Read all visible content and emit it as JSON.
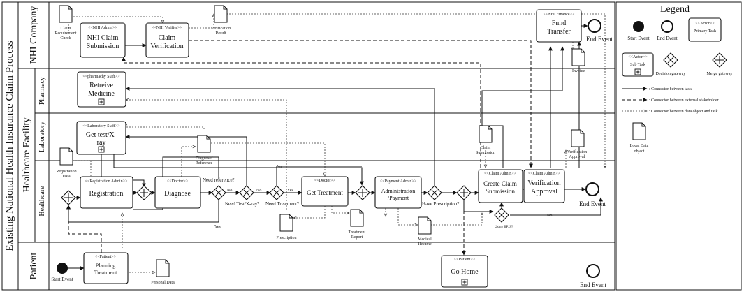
{
  "pool_title": "Existing National Health Insurance Claim Process",
  "lanes": {
    "nhi": "NHI Company",
    "healthcare_facility": "Healthcare Facility",
    "pharmacy": "Pharmacy",
    "laboratory": "Laboratory",
    "healthcare": "Healthcare",
    "patient": "Patient"
  },
  "tasks": {
    "nhi_claim_submission": {
      "actor": "<<NHI Admin>>",
      "line1": "NHI Claim",
      "line2": "Submission"
    },
    "claim_verification": {
      "actor": "<<NHI Verifier>>",
      "line1": "Claim",
      "line2": "Verification"
    },
    "fund_transfer": {
      "actor": "<<NHI Finance>>",
      "line1": "Fund",
      "line2": "Transfer"
    },
    "retreive_medicine": {
      "actor": "<<pharmachy Staff>>",
      "line1": "Retreive",
      "line2": "Medicine"
    },
    "get_test": {
      "actor": "<<Laboratory Staff>>",
      "line1": "Get test/X-",
      "line2": "ray"
    },
    "registration": {
      "actor": "<<Registration Admin>>",
      "line1": "Registration"
    },
    "diagnose": {
      "actor": "<<Doctor>>",
      "line1": "Diagnose"
    },
    "get_treatment": {
      "actor": "<<Doctor>>",
      "line1": "Get Treatment"
    },
    "administration": {
      "actor": "<<Payment Admin>>",
      "line1": "Administration",
      "line2": "/Payment"
    },
    "create_claim": {
      "actor": "<<Claim Admin>>",
      "line1": "Create Claim",
      "line2": "Submission"
    },
    "verification_approval": {
      "actor": "<<Claim Admin>>",
      "line1": "Verification",
      "line2": "Approval"
    },
    "planning_treatment": {
      "actor": "<<Patient>>",
      "line1": "Planning",
      "line2": "Treatment"
    },
    "go_home": {
      "actor": "<<Patient>>",
      "line1": "Go Home"
    }
  },
  "data_objects": {
    "claim_requirement_check": {
      "line1": "Claim",
      "line2": "Requirement",
      "line3": "Check"
    },
    "verification_result": {
      "line1": "Verification",
      "line2": "Result"
    },
    "invoice": {
      "line1": "Invoice"
    },
    "registration_data": {
      "line1": "Registration",
      "line2": "Data"
    },
    "diagnose_reference": {
      "line1": "Diagnose/",
      "line2": "Reference"
    },
    "prescription": {
      "line1": "Prescription"
    },
    "treatment_report": {
      "line1": "Treatment",
      "line2": "Report"
    },
    "medical_resume": {
      "line1": "Medical",
      "line2": "Resume"
    },
    "claim_submission_doc": {
      "line1": "Claim",
      "line2": "Submission"
    },
    "verification_approval_doc": {
      "line1": "Verification",
      "line2": "Approval"
    },
    "personal_data": {
      "line1": "Personal Data"
    }
  },
  "events": {
    "start_event": "Start Event",
    "end_event_nhi": "End Event",
    "end_event_healthcare": "End Event",
    "end_event_patient": "End Event"
  },
  "gateway_labels": {
    "need_reference": "Need reference?",
    "need_test": "Need Test/X-ray?",
    "need_treatment": "Need Treatment?",
    "have_prescription": "Have Prescription?",
    "using_bpjs": "Using BPJS?"
  },
  "flow_labels": {
    "no1": "No",
    "no2": "No",
    "yes1": "Yes",
    "yes2": "Yes",
    "no3": "No",
    "no4": "No"
  },
  "legend": {
    "title": "Legend",
    "start_event": "Start Event",
    "end_event": "End Event",
    "primary_actor": "<<Actor>>",
    "primary_task": "Primary Task",
    "sub_actor": "<<Actor>>",
    "sub_task": "Sub Task",
    "decision_gateway": "Decision gateway",
    "merge_gateway": "Merge gateway",
    "connector_task": ": Connector between task",
    "connector_stakeholder": ": Connector between external stakeholder",
    "connector_data": ": Connector between data object and task",
    "local_data_line1": "Local Data",
    "local_data_line2": "object"
  }
}
